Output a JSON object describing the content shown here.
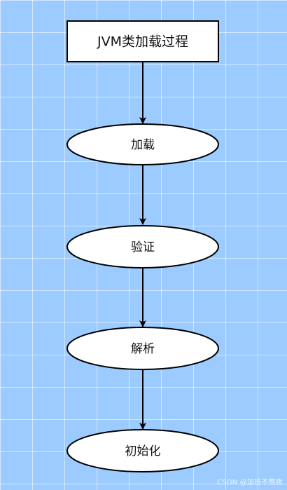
{
  "diagram": {
    "title_node": "JVM类加载过程",
    "steps": [
      "加载",
      "验证",
      "解析",
      "初始化"
    ]
  },
  "watermark": "CSDN @加班不熬夜",
  "colors": {
    "background": "#9ccbff",
    "grid": "#ffffff",
    "node_fill": "#ffffff",
    "stroke": "#000000"
  }
}
